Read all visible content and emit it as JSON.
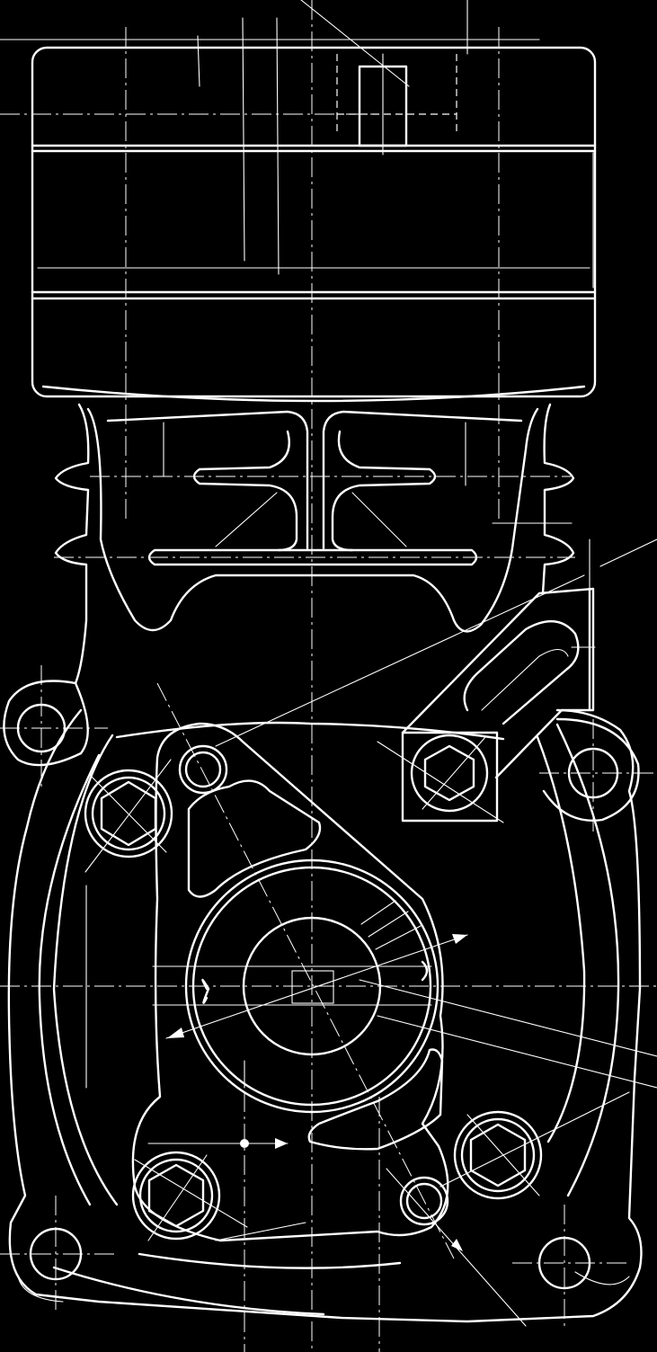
{
  "drawing": {
    "kind": "technical-line-drawing",
    "background_color": "#000000",
    "line_color": "#ffffff",
    "views": [
      "compressor-head",
      "cylinder-neck",
      "crankcase-front-view"
    ],
    "visible_text": []
  }
}
